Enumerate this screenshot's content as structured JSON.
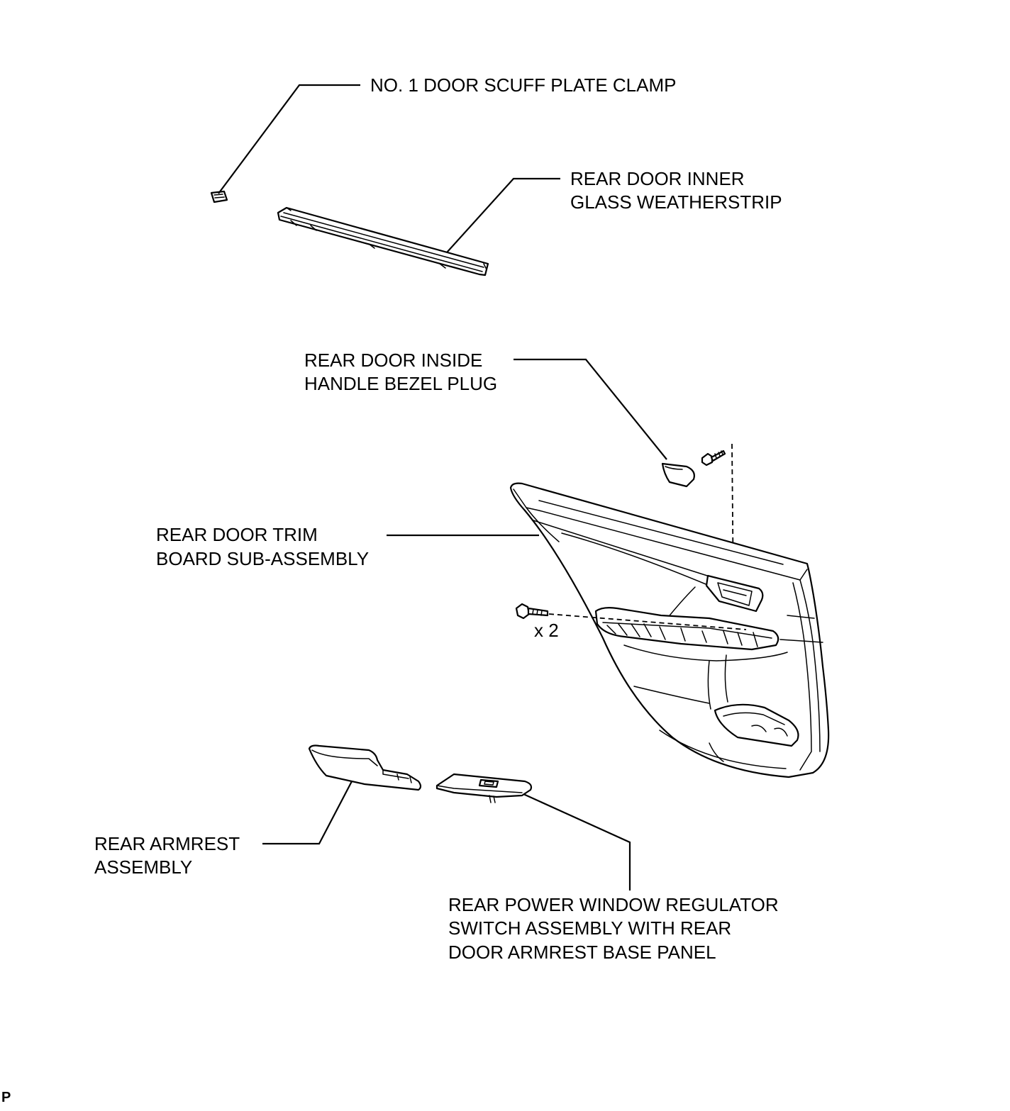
{
  "labels": {
    "scuff_clamp": [
      "NO. 1 DOOR SCUFF PLATE CLAMP"
    ],
    "weatherstrip": [
      "REAR DOOR INNER",
      "GLASS WEATHERSTRIP"
    ],
    "bezel_plug": [
      "REAR DOOR INSIDE",
      "HANDLE BEZEL PLUG"
    ],
    "trim_board": [
      "REAR DOOR TRIM",
      "BOARD SUB-ASSEMBLY"
    ],
    "armrest": [
      "REAR ARMREST",
      "ASSEMBLY"
    ],
    "power_window_switch": [
      "REAR POWER WINDOW REGULATOR",
      "SWITCH ASSEMBLY WITH REAR",
      "DOOR ARMREST BASE PANEL"
    ],
    "screw_qty": "x 2"
  },
  "footer": "P"
}
